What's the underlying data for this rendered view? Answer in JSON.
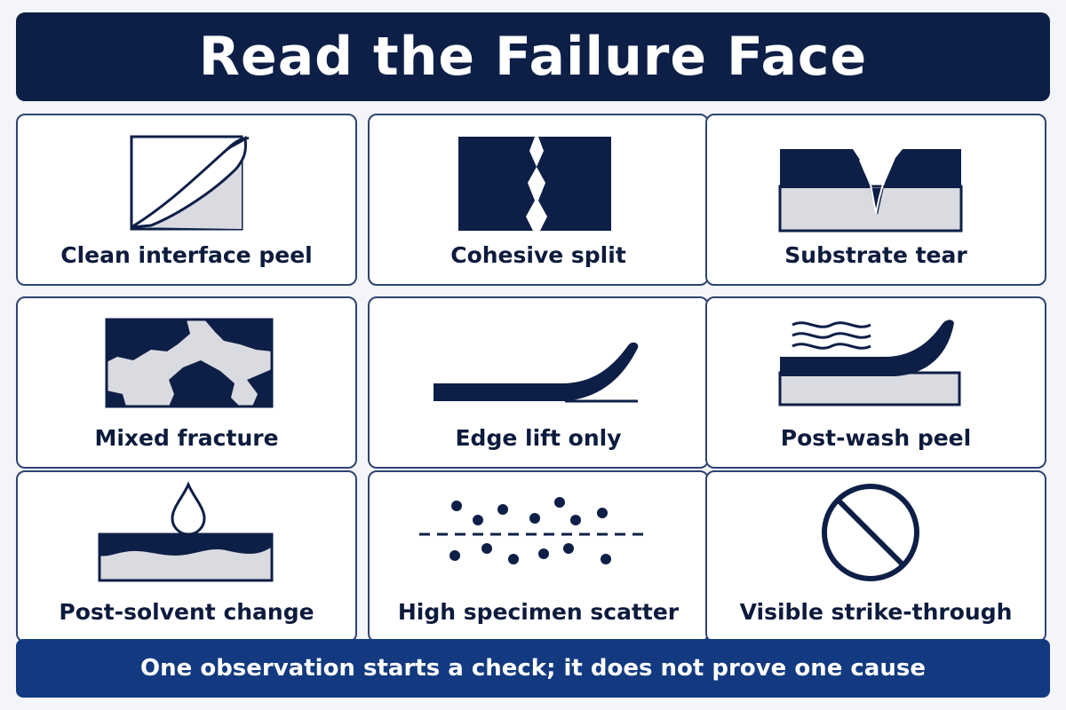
{
  "title": "Read the Failure Face",
  "cards": [
    {
      "label": "Clean interface peel",
      "icon": "peel-corner-icon"
    },
    {
      "label": "Cohesive split",
      "icon": "split-block-icon"
    },
    {
      "label": "Substrate tear",
      "icon": "torn-substrate-icon"
    },
    {
      "label": "Mixed fracture",
      "icon": "mixed-fracture-icon"
    },
    {
      "label": "Edge lift only",
      "icon": "edge-lift-icon"
    },
    {
      "label": "Post-wash peel",
      "icon": "wash-peel-icon"
    },
    {
      "label": "Post-solvent change",
      "icon": "solvent-drop-icon"
    },
    {
      "label": "High specimen scatter",
      "icon": "scatter-dots-icon"
    },
    {
      "label": "Visible strike-through",
      "icon": "prohibited-icon"
    }
  ],
  "footer": "One observation starts a check; it does not prove one cause",
  "colors": {
    "navy": "#0e1f47",
    "footer_blue": "#133a80",
    "light_gray": "#d9dbe1",
    "border": "#2f4373"
  }
}
